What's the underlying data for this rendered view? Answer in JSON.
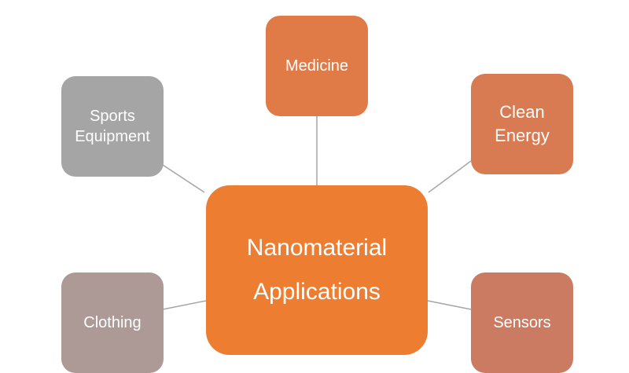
{
  "center": {
    "label_line1": "Nanomaterial",
    "label_line2": "Applications",
    "color": "#ED7D31"
  },
  "nodes": [
    {
      "line1": "Medicine",
      "line2": "",
      "color": "#E07B47"
    },
    {
      "line1": "Clean",
      "line2": "Energy",
      "color": "#D97B52"
    },
    {
      "line1": "Sports",
      "line2": "Equipment",
      "color": "#A5A5A5"
    },
    {
      "line1": "Clothing",
      "line2": "",
      "color": "#AD9995"
    },
    {
      "line1": "Sensors",
      "line2": "",
      "color": "#CC7B63"
    }
  ]
}
